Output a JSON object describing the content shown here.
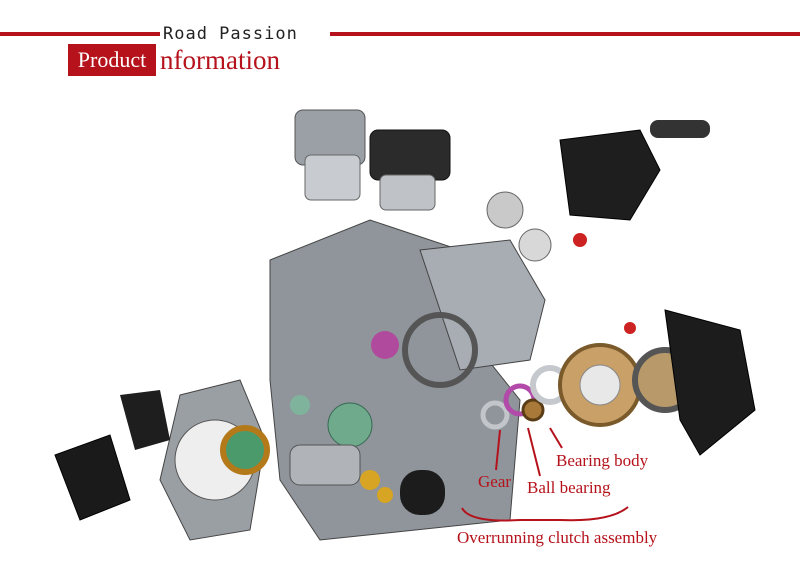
{
  "header": {
    "brand": "Road Passion",
    "title_box": "Product",
    "title_rest": "nformation"
  },
  "labels": {
    "gear": "Gear",
    "ball_bearing": "Ball bearing",
    "bearing_body": "Bearing body",
    "clutch_assembly": "Overrunning clutch assembly"
  },
  "colors": {
    "accent": "#b5121b"
  }
}
